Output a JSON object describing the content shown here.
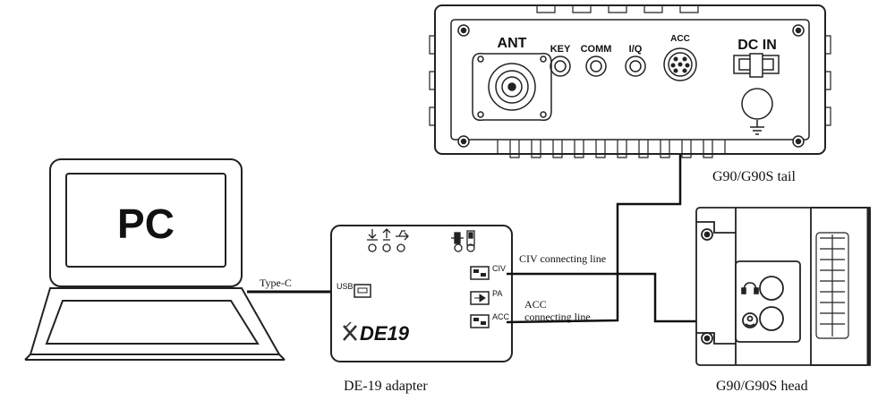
{
  "pc": {
    "screen_label": "PC"
  },
  "cables": {
    "typec_label": "Type-C"
  },
  "adapter": {
    "logo_text": "DE19",
    "usb_port": "USB",
    "civ_port": "CIV",
    "pa_port": "PA",
    "acc_port": "ACC",
    "caption": "DE-19 adapter"
  },
  "lines": {
    "civ_label": "CIV connecting line",
    "acc_label_line1": "ACC",
    "acc_label_line2": "connecting line"
  },
  "tail": {
    "ant_label": "ANT",
    "key_label": "KEY",
    "comm_label": "COMM",
    "iq_label": "I/Q",
    "acc_label": "ACC",
    "dcin_label": "DC IN",
    "caption": "G90/G90S tail"
  },
  "head": {
    "caption": "G90/G90S head"
  }
}
